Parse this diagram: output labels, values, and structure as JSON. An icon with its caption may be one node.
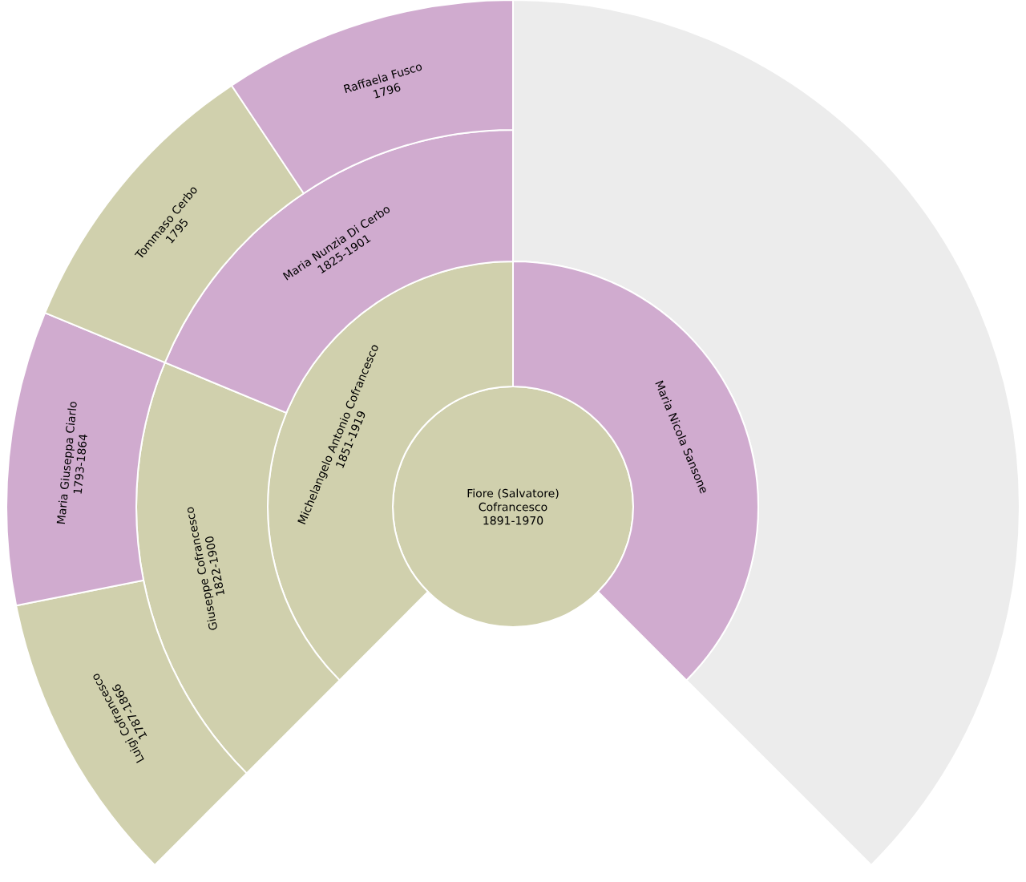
{
  "diagram": {
    "nodes": [
      {
        "text": [
          "Fiore (Salvatore) Cofrancesco",
          "1891-1970"
        ]
      },
      {
        "text": [
          "Michelangelo Antonio Cofrancesco",
          "1851-1919"
        ]
      },
      {
        "text": [
          "Maria Nicola Sansone"
        ]
      },
      {
        "text": [
          "Giuseppe Cofrancesco",
          "1822-1900"
        ]
      },
      {
        "text": [
          "Maria Nunzia Di Cerbo",
          "1825-1901"
        ]
      },
      {
        "text": [
          "Luigi Cofrancesco",
          "1787-1866"
        ]
      },
      {
        "text": [
          "Maria Giuseppa Ciarlo",
          "1793-1864"
        ]
      },
      {
        "text": [
          "Tommaso Cerbo",
          "1795"
        ]
      },
      {
        "text": [
          "Raffaela Fusco",
          "1796"
        ]
      }
    ]
  }
}
